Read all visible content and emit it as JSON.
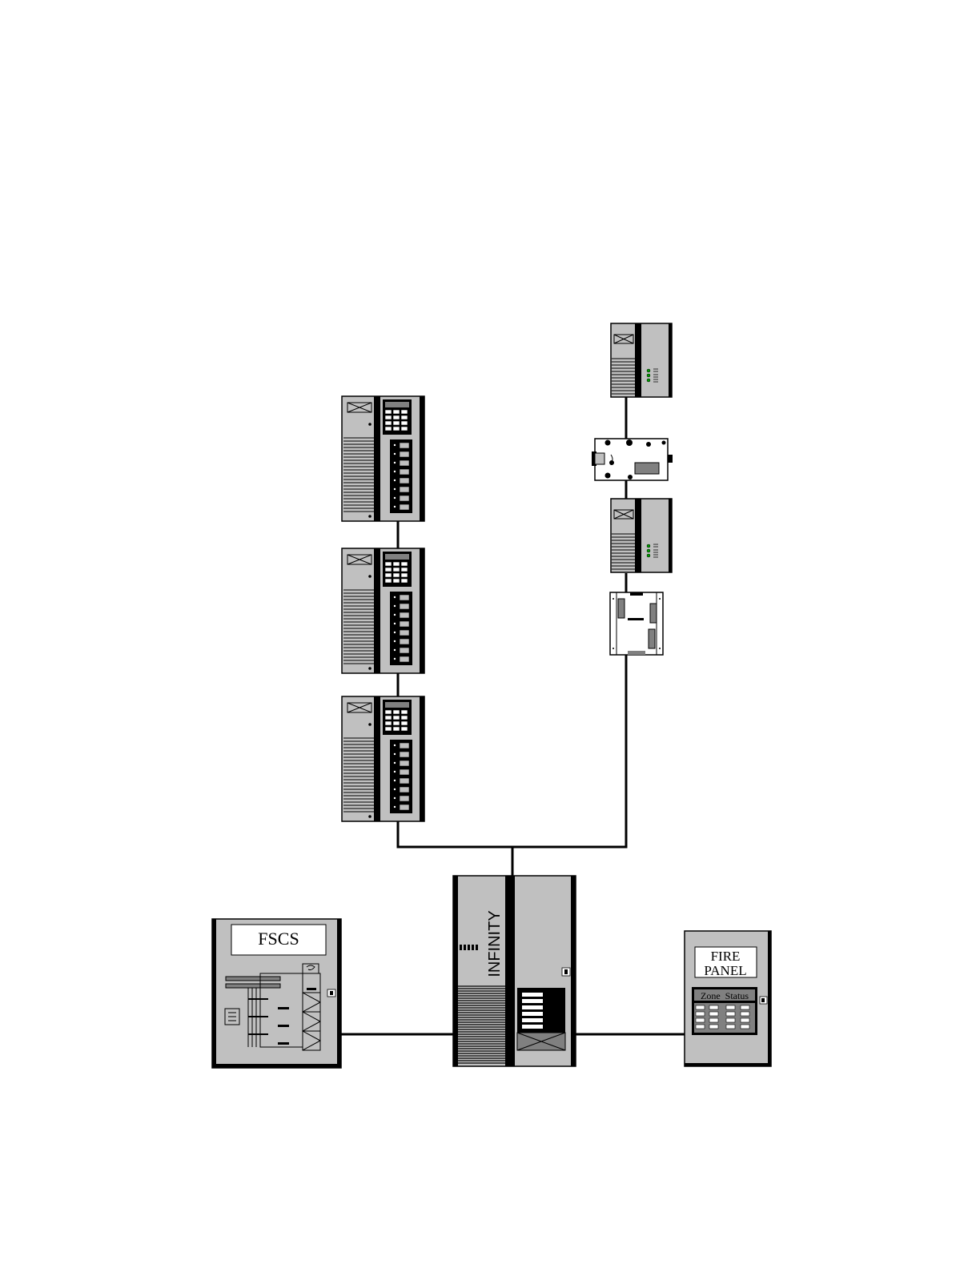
{
  "labels": {
    "fscs": "FSCS",
    "infinity": "INFINITY",
    "fire_panel_line1": "FIRE",
    "fire_panel_line2": "PANEL",
    "zone_status": "Zone  Status"
  },
  "colors": {
    "panel_gray": "#c0c0c0",
    "dark_gray": "#808080",
    "line_black": "#000000",
    "led_green": "#00a000"
  }
}
